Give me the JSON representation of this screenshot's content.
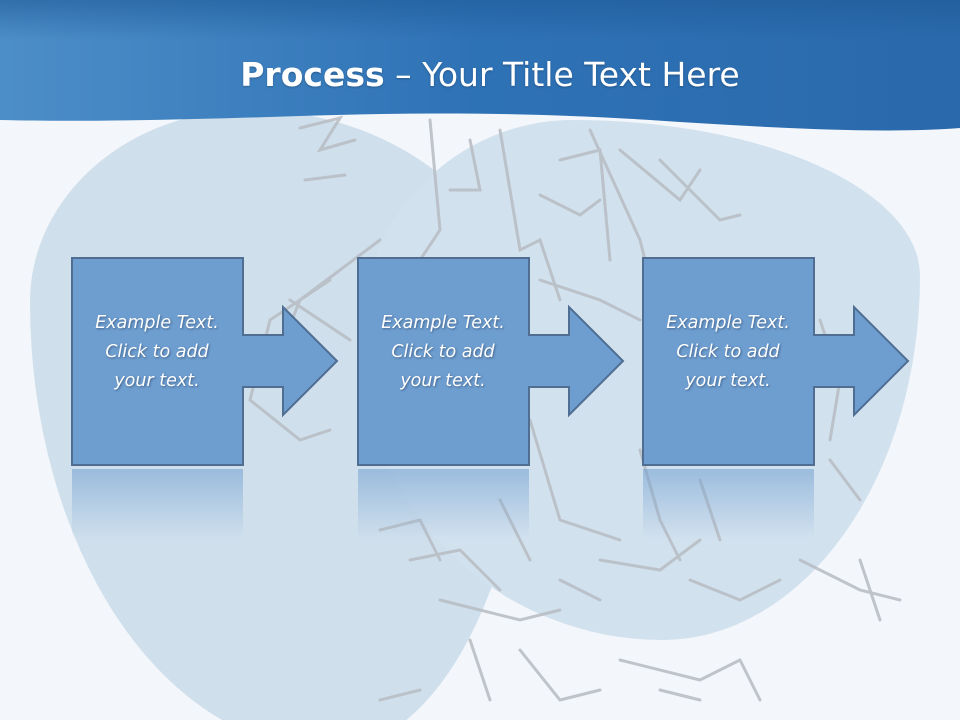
{
  "title": {
    "bold": "Process",
    "separator": " – ",
    "rest": "Your Title Text Here"
  },
  "steps": [
    {
      "lines": [
        "Example Text.",
        "Click  to add",
        "your text."
      ]
    },
    {
      "lines": [
        "Example Text.",
        "Click  to add",
        "your text."
      ]
    },
    {
      "lines": [
        "Example Text.",
        "Click  to add",
        "your text."
      ]
    }
  ],
  "colors": {
    "header": "#2f73b6",
    "box_fill": "#6e9ed0",
    "box_stroke": "#4f6e92",
    "background": "#f3f6fa",
    "sketch": "#b7bcc2"
  }
}
